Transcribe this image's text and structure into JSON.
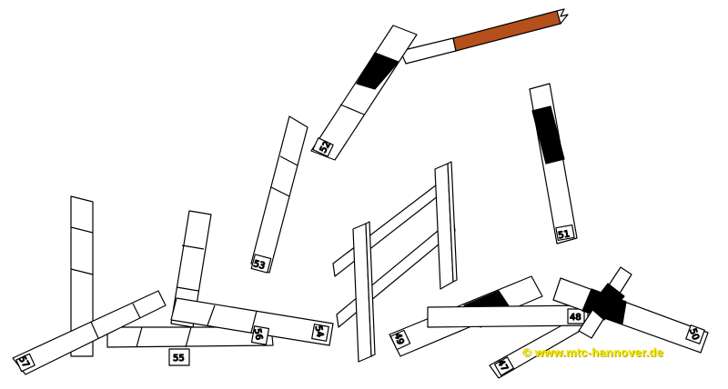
{
  "copyright": "© www.mtc-hannover.de",
  "colors": {
    "background": "#ffffff",
    "outline": "#000000",
    "band": "#000000",
    "rod": "#b5501c",
    "watermark": "#f3e80a"
  },
  "sticks": [
    {
      "id": "52",
      "label": "52"
    },
    {
      "id": "53",
      "label": "53"
    },
    {
      "id": "51",
      "label": "51"
    },
    {
      "id": "57",
      "label": "57"
    },
    {
      "id": "55",
      "label": "55"
    },
    {
      "id": "56",
      "label": "56"
    },
    {
      "id": "54",
      "label": "54"
    },
    {
      "id": "49",
      "label": "49"
    },
    {
      "id": "48",
      "label": "48"
    },
    {
      "id": "47",
      "label": "47"
    },
    {
      "id": "50",
      "label": "50"
    }
  ]
}
